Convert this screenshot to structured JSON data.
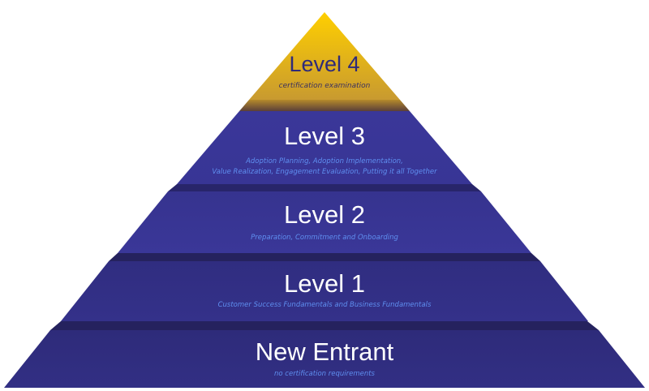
{
  "levels": [
    {
      "title": "Level 4",
      "subtitle": [
        "certification examination"
      ]
    },
    {
      "title": "Level 3",
      "subtitle": [
        "Adoption Planning, Adoption Implementation,",
        "Value Realization, Engagement Evaluation, Putting it all Together"
      ]
    },
    {
      "title": "Level 2",
      "subtitle": [
        "Preparation, Commitment and Onboarding"
      ]
    },
    {
      "title": "Level 1",
      "subtitle": [
        "Customer Success Fundamentals and Business Fundamentals"
      ]
    },
    {
      "title": "New Entrant",
      "subtitle": [
        "no certification requirements"
      ]
    }
  ],
  "colors": {
    "gold_top": "#ffcc00",
    "gold_bottom": "#c99a2e",
    "tier": "#35328a",
    "bevel": "#24215c",
    "subtitle": "#5f8ff0",
    "level4_text": "#2e2a7a"
  }
}
